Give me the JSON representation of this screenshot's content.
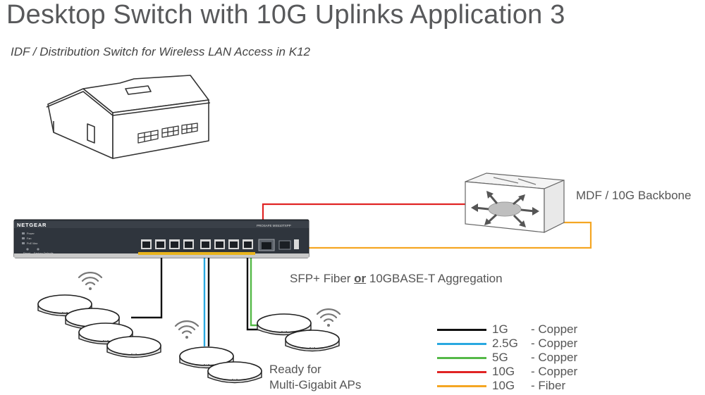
{
  "title": "Desktop Switch with 10G Uplinks Application 3",
  "subtitle": "IDF / Distribution Switch for Wireless LAN Access in K12",
  "switch": {
    "brand": "NETGEAR",
    "model": "PROSAFE MS510TXPP",
    "status_labels": [
      "Power",
      "Fan",
      "PoE Max"
    ],
    "button_labels": [
      "Reset",
      "Factory Defaults"
    ]
  },
  "labels": {
    "mdf": "MDF / 10G Backbone",
    "aggregation_prefix": "SFP+ Fiber ",
    "aggregation_or": "or",
    "aggregation_suffix": " 10GBASE-T Aggregation",
    "ap_line1": "Ready for",
    "ap_line2": "Multi-Gigabit APs"
  },
  "legend": [
    {
      "speed": "1G",
      "media": "- Copper",
      "color": "#111111"
    },
    {
      "speed": "2.5G",
      "media": "- Copper",
      "color": "#29a8e0"
    },
    {
      "speed": "5G",
      "media": "- Copper",
      "color": "#55b948"
    },
    {
      "speed": "10G",
      "media": "- Copper",
      "color": "#e02424"
    },
    {
      "speed": "10G",
      "media": "- Fiber",
      "color": "#f5a623"
    }
  ],
  "icons": [
    "building-icon",
    "backbone-router-icon",
    "network-switch-icon",
    "wifi-icon",
    "access-point-icon"
  ]
}
